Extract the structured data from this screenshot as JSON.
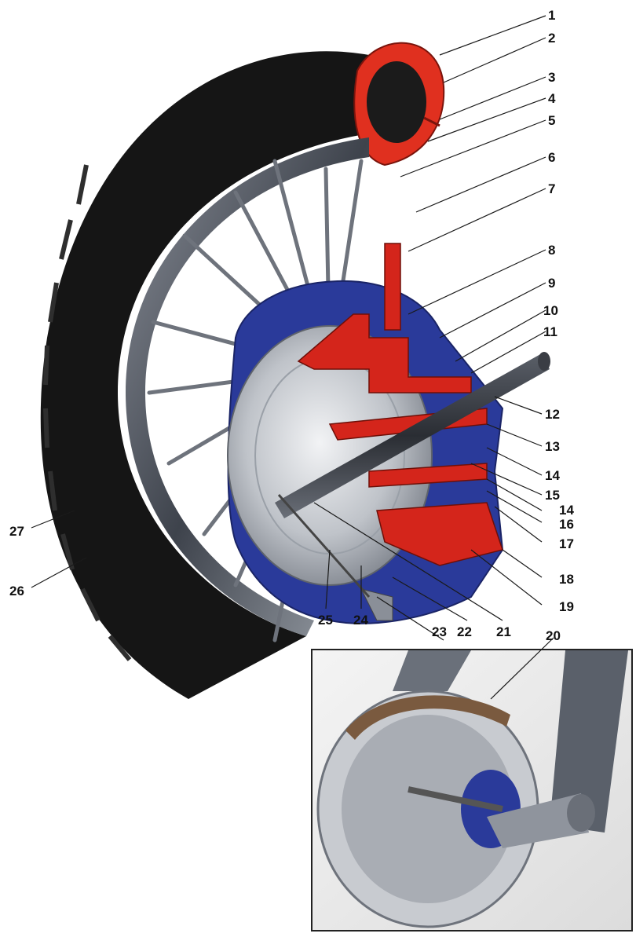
{
  "figure": {
    "callouts": [
      "1",
      "2",
      "3",
      "4",
      "5",
      "6",
      "7",
      "8",
      "9",
      "10",
      "11",
      "12",
      "13",
      "14",
      "15",
      "14",
      "16",
      "17",
      "18",
      "19",
      "20",
      "21",
      "22",
      "23",
      "24",
      "25",
      "26",
      "27"
    ]
  },
  "colors": {
    "tire": "#111111",
    "tire_section": "#e0301f",
    "rim": "#4a4f5a",
    "hub_blue": "#2a3a9a",
    "drum_metal": "#c9ccd1",
    "section_red": "#d4251b",
    "inset_border": "#222222",
    "line": "#1a1a1a"
  },
  "icons": [
    "wheel-cutaway-illustration",
    "brake-assembly-inset-illustration"
  ]
}
